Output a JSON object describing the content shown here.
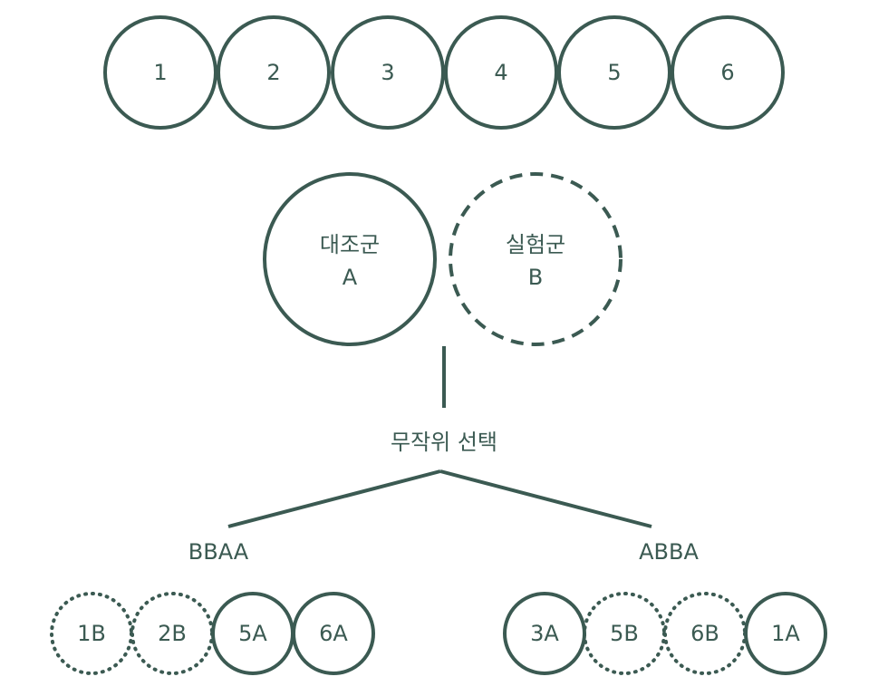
{
  "colors": {
    "stroke": "#3b5a52",
    "text": "#3b5a52",
    "background": "#ffffff"
  },
  "subjects": [
    "1",
    "2",
    "3",
    "4",
    "5",
    "6"
  ],
  "groups": {
    "control": {
      "name": "대조군",
      "code": "A"
    },
    "treatment": {
      "name": "실험군",
      "code": "B"
    }
  },
  "random_selection_label": "무작위 선택",
  "sequences": {
    "left": {
      "label": "BBAA",
      "items": [
        "1B",
        "2B",
        "5A",
        "6A"
      ]
    },
    "right": {
      "label": "ABBA",
      "items": [
        "3A",
        "5B",
        "6B",
        "1A"
      ]
    }
  }
}
